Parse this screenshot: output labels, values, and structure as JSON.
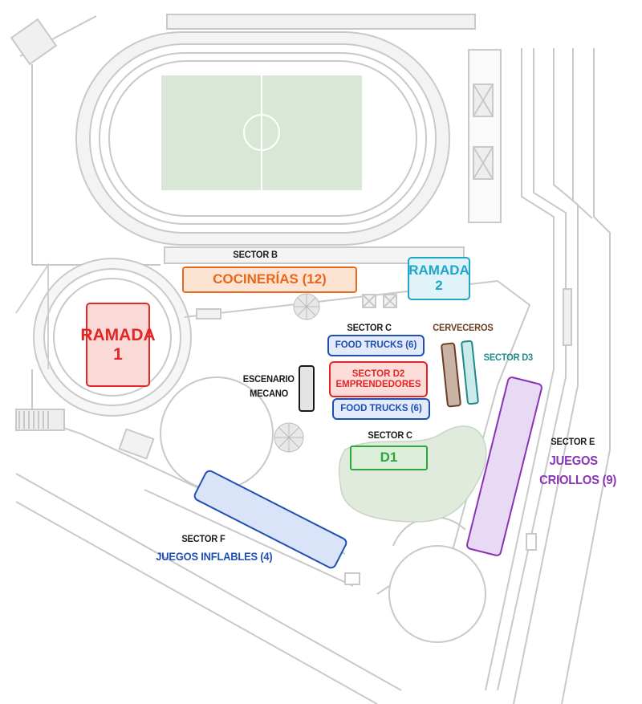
{
  "colors": {
    "red": "#e32626",
    "orange": "#e8671d",
    "cyan": "#1ea6c8",
    "blue": "#1f4fb3",
    "brown": "#6b3d22",
    "teal": "#1d8a8c",
    "green": "#2ea63a",
    "purple": "#8a33b5",
    "black": "#1a1a1a"
  },
  "labels": {
    "sector_b": "SECTOR B",
    "cocinerias": "COCINERÍAS (12)",
    "ramada2_line1": "RAMADA",
    "ramada2_line2": "2",
    "ramada1_line1": "RAMADA",
    "ramada1_line2": "1",
    "sector_c_top": "SECTOR C",
    "food_trucks_top": "FOOD TRUCKS (6)",
    "sector_d2_line1": "SECTOR D2",
    "sector_d2_line2": "EMPRENDEDORES",
    "food_trucks_bottom": "FOOD TRUCKS (6)",
    "cerveceros": "CERVECEROS",
    "sector_d3": "SECTOR D3",
    "escenario_line1": "ESCENARIO",
    "escenario_line2": "MECANO",
    "sector_c_bottom": "SECTOR C",
    "d1": "D1",
    "sector_e": "SECTOR E",
    "juegos_criollos_line1": "JUEGOS",
    "juegos_criollos_line2": "CRIOLLOS (9)",
    "sector_f": "SECTOR F",
    "juegos_inflables": "JUEGOS INFLABLES (4)"
  }
}
